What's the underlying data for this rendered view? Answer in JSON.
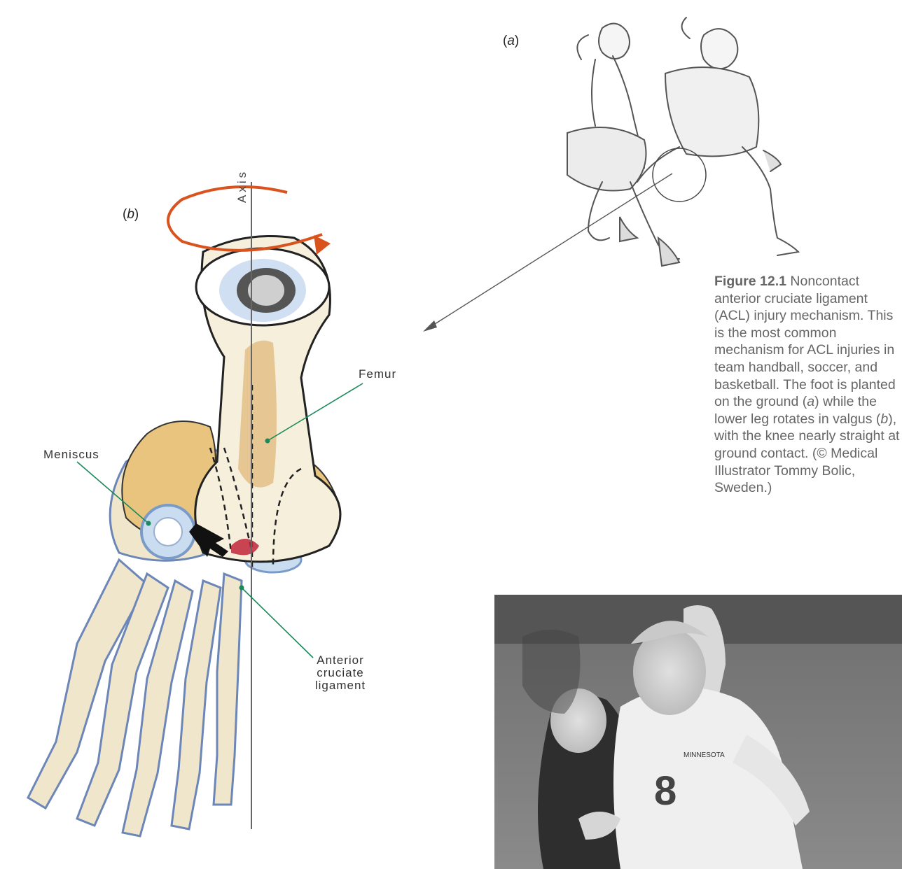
{
  "panels": {
    "a_label_open": "(",
    "a_label_letter": "a",
    "a_label_close": ")",
    "b_label_open": "(",
    "b_label_letter": "b",
    "b_label_close": ")"
  },
  "anatomy_labels": {
    "axis": "Axis",
    "femur": "Femur",
    "meniscus": "Meniscus",
    "acl_line1": "Anterior",
    "acl_line2": "cruciate",
    "acl_line3": "ligament"
  },
  "caption": {
    "figure_number": "Figure 12.1",
    "text_1": " Noncontact anterior cruciate ligament (ACL) injury mechanism. This is the most common mechanism for ACL injuries in team handball, soccer, and basketball. The foot is planted on the ground (",
    "a": "a",
    "text_2": ") while the lower leg rotates in valgus (",
    "b": "b",
    "text_3": "), with the knee nearly straight at ground contact. (© Medical Illustrator Tommy Bolic, Sweden.)"
  },
  "photo": {
    "jersey_text": "MINNESOTA",
    "jersey_number": "8"
  },
  "colors": {
    "rotation_arrow": "#d9531e",
    "leader_line": "#1a8a5a",
    "bone": "#efe6cc",
    "bone_shade": "#d9a55a",
    "cartilage": "#a9c6e8"
  }
}
